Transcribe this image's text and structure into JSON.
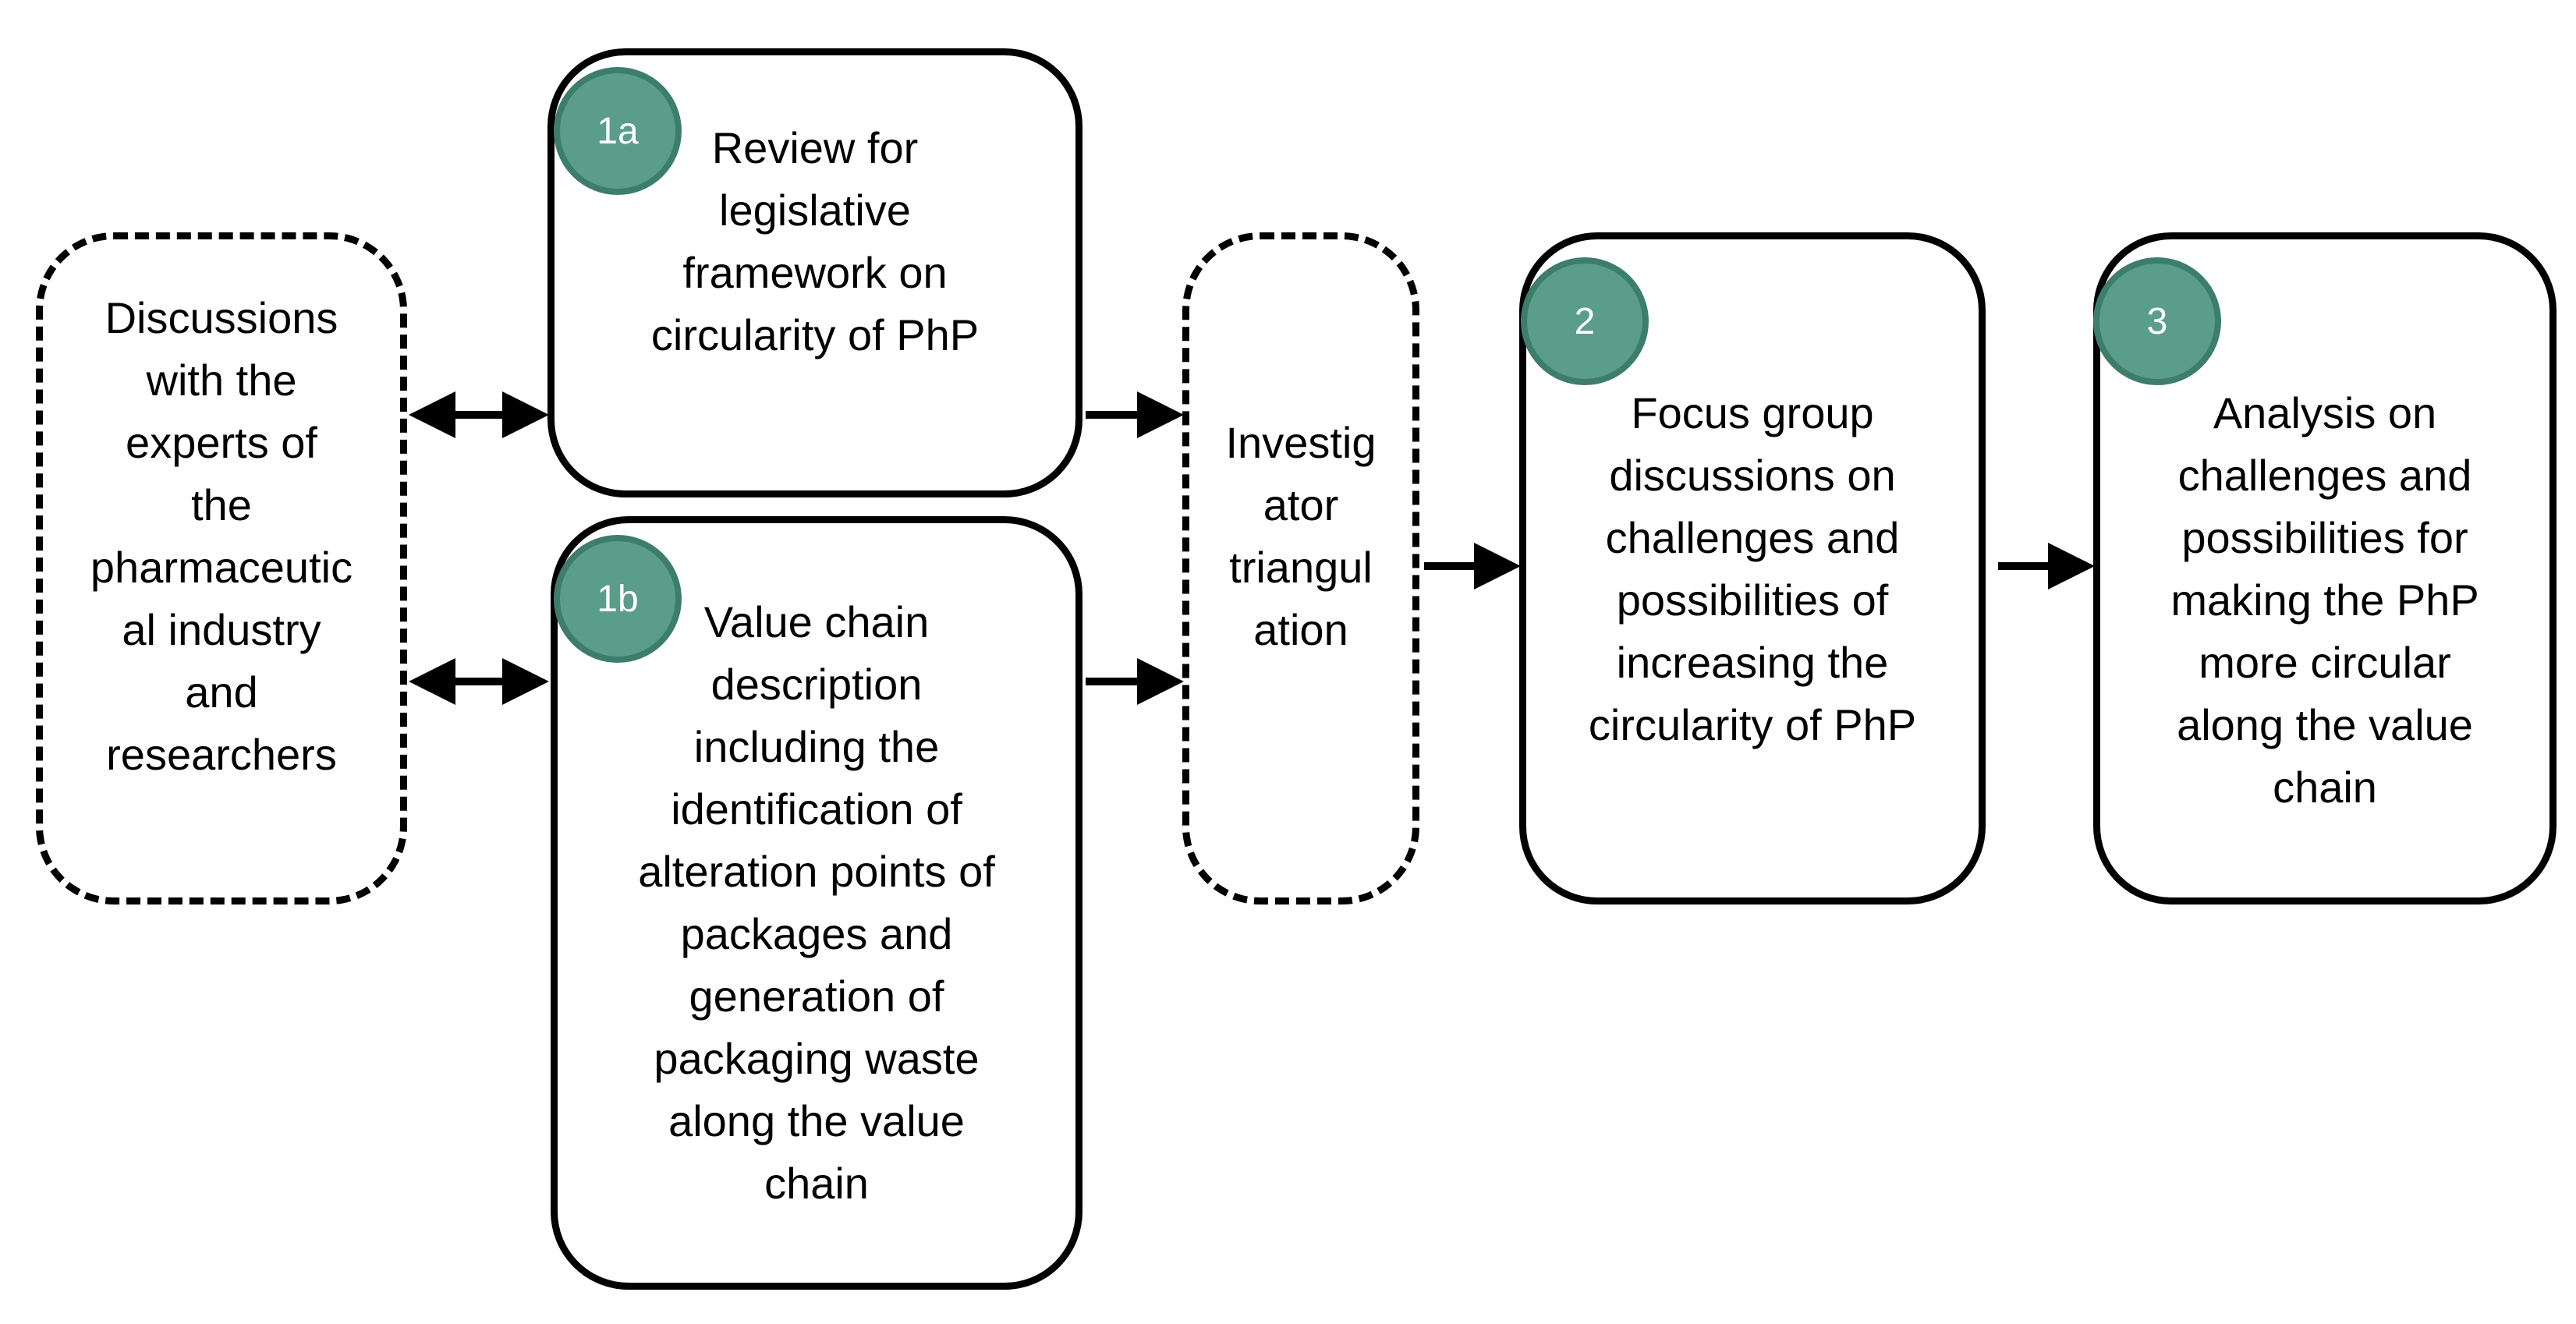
{
  "colors": {
    "badge_fill": "#5a9e8a",
    "badge_border": "#3d7d6b",
    "stroke": "#000000"
  },
  "boxes": {
    "experts": "Discussions\nwith the\nexperts of\nthe\npharmaceutic\nal industry\nand\nresearchers",
    "legislative": "Review for\nlegislative\nframework on\ncircularity of PhP",
    "value_chain": "Value chain\ndescription\nincluding the\nidentification of\nalteration points of\npackages and\ngeneration of\npackaging waste\nalong the value\nchain",
    "triangulation": "Investig\nator\ntriangul\nation",
    "focus_group": "Focus group\ndiscussions on\nchallenges and\npossibilities of\nincreasing the\ncircularity of PhP",
    "analysis": "Analysis on\nchallenges and\npossibilities for\nmaking the PhP\nmore circular\nalong the value\nchain"
  },
  "badges": {
    "step_1a": "1a",
    "step_1b": "1b",
    "step_2": "2",
    "step_3": "3"
  }
}
